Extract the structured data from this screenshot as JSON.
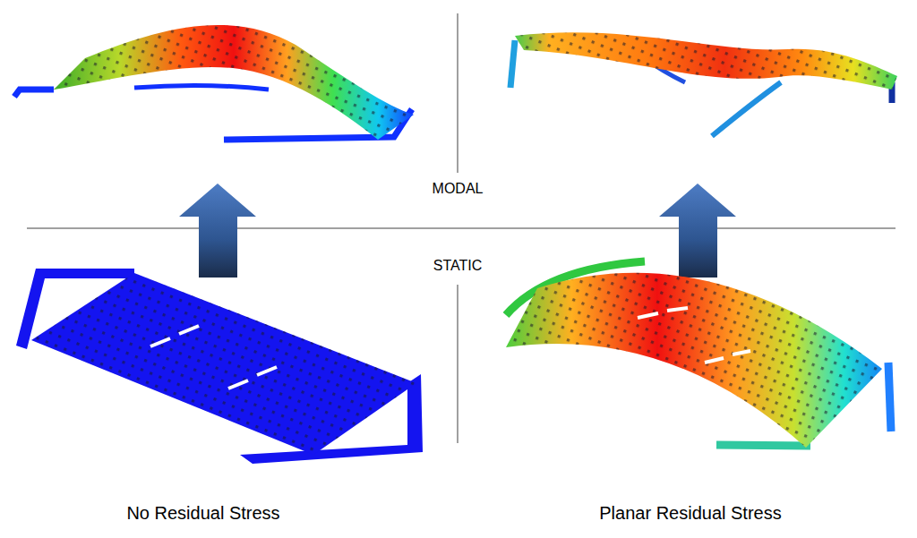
{
  "diagram": {
    "labels": [
      "MODAL",
      "STATIC",
      "No Residual Stress",
      "Planar Residual Stress"
    ]
  }
}
